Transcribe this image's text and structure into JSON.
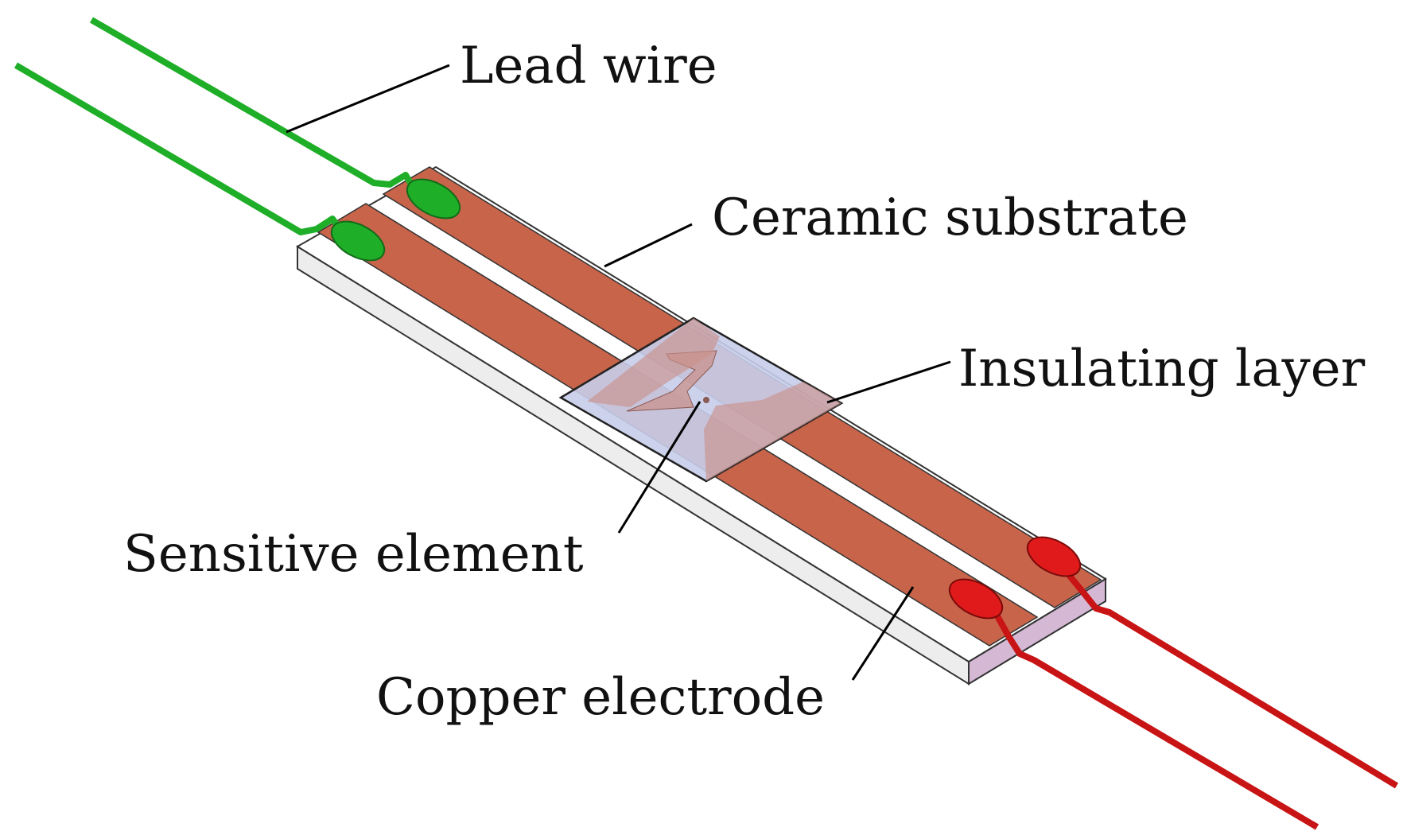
{
  "labels": {
    "lead_wire": "Lead wire",
    "ceramic_substrate": "Ceramic substrate",
    "insulating_layer": "Insulating layer",
    "sensitive_element": "Sensitive element",
    "copper_electrode": "Copper electrode"
  },
  "colors": {
    "substrate_top": "#ffffff",
    "substrate_side": "#ededed",
    "substrate_end": "#d4b8d4",
    "copper": "#c8644a",
    "insulating_layer": "#c6cdea",
    "sensitive_element": "#c9928c",
    "lead_wire_left": "#1fae28",
    "lead_wire_right": "#c81414"
  }
}
